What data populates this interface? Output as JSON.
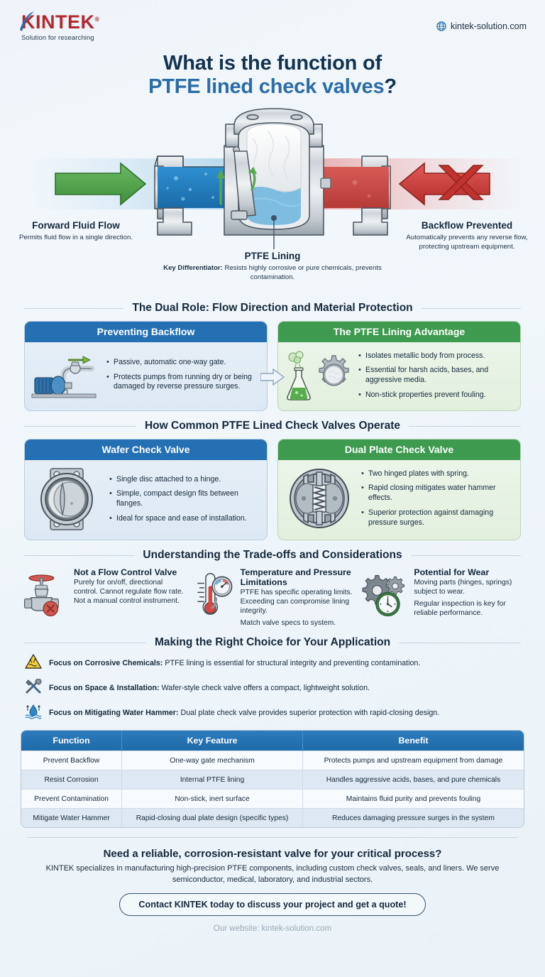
{
  "brand": {
    "logo_text": "KINTEK",
    "logo_registered": "®",
    "logo_tagline": "Solution for researching",
    "site_url": "kintek-solution.com",
    "globe_icon": "globe-icon",
    "accent_red": "#b3282d",
    "accent_blue": "#2b6ca8",
    "accent_green": "#3d9a4e"
  },
  "title": {
    "line1": "What is the function of",
    "line2_highlight": "PTFE lined check valves",
    "line2_tail": "?"
  },
  "hero": {
    "left": {
      "heading": "Forward Fluid Flow",
      "text": "Permits fluid flow in a single direction."
    },
    "right": {
      "heading": "Backflow Prevented",
      "text": "Automatically prevents any reverse flow, protecting upstream equipment."
    },
    "middle": {
      "heading": "PTFE Lining",
      "label": "Key Differentiator:",
      "text": " Resists highly corrosive or pure chemicals, prevents contamination."
    }
  },
  "section_dual_role": {
    "heading": "The Dual Role: Flow Direction and Material Protection",
    "cards": [
      {
        "title": "Preventing Backflow",
        "icon": "pump-with-check-valve-icon",
        "color": "blue",
        "bullets": [
          "Passive, automatic one-way gate.",
          "Protects pumps from running dry or being damaged by reverse pressure surges."
        ]
      },
      {
        "title": "The PTFE Lining Advantage",
        "icon": "flask-and-lined-gear-icon",
        "color": "green",
        "bullets": [
          "Isolates metallic body from process.",
          "Essential for harsh acids, bases, and aggressive media.",
          "Non-stick properties prevent fouling."
        ]
      }
    ]
  },
  "section_operate": {
    "heading": "How Common PTFE Lined Check Valves Operate",
    "cards": [
      {
        "title": "Wafer Check Valve",
        "icon": "wafer-check-valve-icon",
        "color": "blue",
        "bullets": [
          "Single disc attached to a hinge.",
          "Simple, compact design fits between flanges.",
          "Ideal for space and ease of installation."
        ]
      },
      {
        "title": "Dual Plate Check Valve",
        "icon": "dual-plate-check-valve-icon",
        "color": "green",
        "bullets": [
          "Two hinged plates with spring.",
          "Rapid closing mitigates water hammer effects.",
          "Superior protection against damaging pressure surges."
        ]
      }
    ]
  },
  "section_tradeoffs": {
    "heading": "Understanding the Trade-offs and Considerations",
    "items": [
      {
        "icon": "globe-valve-blocked-icon",
        "title": "Not a Flow Control Valve",
        "paragraphs": [
          "Purely for on/off, directional control. Cannot regulate flow rate. Not a manual control instrument."
        ]
      },
      {
        "icon": "thermometer-gauge-icon",
        "title": "Temperature and Pressure Limitations",
        "paragraphs": [
          "PTFE has specific operating limits. Exceeding can compromise lining integrity.",
          "Match valve specs to system."
        ]
      },
      {
        "icon": "gears-clock-icon",
        "title": "Potential for Wear",
        "paragraphs": [
          "Moving parts (hinges, springs) subject to wear.",
          "Regular inspection is key for reliable performance."
        ]
      }
    ]
  },
  "section_choice": {
    "heading": "Making the Right Choice for Your Application",
    "items": [
      {
        "icon": "corrosive-hazard-icon",
        "label": "Focus on Corrosive Chemicals:",
        "text": " PTFE lining is essential for structural integrity and preventing contamination."
      },
      {
        "icon": "tools-icon",
        "label": "Focus on Space & Installation:",
        "text": " Wafer-style check valve offers a compact, lightweight solution."
      },
      {
        "icon": "water-hammer-icon",
        "label": "Focus on Mitigating Water Hammer:",
        "text": " Dual plate check valve provides superior protection with rapid-closing design."
      }
    ]
  },
  "table": {
    "headers": [
      "Function",
      "Key Feature",
      "Benefit"
    ],
    "rows": [
      [
        "Prevent Backflow",
        "One-way gate mechanism",
        "Protects pumps and upstream equipment from damage"
      ],
      [
        "Resist Corrosion",
        "Internal PTFE lining",
        "Handles aggressive acids, bases, and pure chemicals"
      ],
      [
        "Prevent Contamination",
        "Non-stick, inert surface",
        "Maintains fluid purity and prevents fouling"
      ],
      [
        "Mitigate Water Hammer",
        "Rapid-closing dual plate design (specific types)",
        "Reduces damaging pressure surges in the system"
      ]
    ]
  },
  "footer": {
    "heading": "Need a reliable, corrosion-resistant valve for your critical process?",
    "body": "KINTEK specializes in manufacturing high-precision PTFE components, including custom check valves, seals, and liners. We serve semiconductor, medical, laboratory, and industrial sectors.",
    "cta": "Contact KINTEK today to discuss your project and get a quote!",
    "website": "Our website: kintek-solution.com"
  }
}
